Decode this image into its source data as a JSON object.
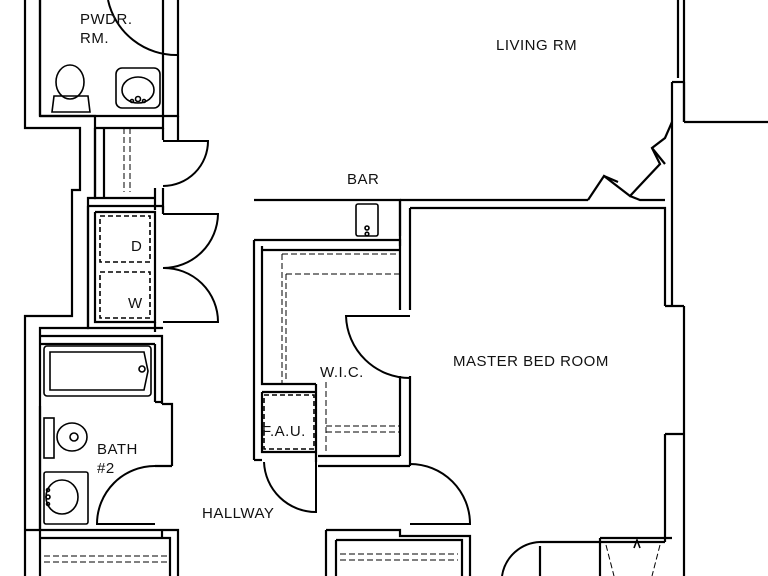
{
  "floor_plan": {
    "rooms": {
      "powder_room_line1": "PWDR.",
      "powder_room_line2": "RM.",
      "living_room": "LIVING RM",
      "bar": "BAR",
      "dryer": "D",
      "washer": "W",
      "walk_in_closet": "W.I.C.",
      "forced_air_unit": "F.A.U.",
      "master_bedroom": "MASTER BED ROOM",
      "bath_line1": "BATH",
      "bath_line2": "#2",
      "hallway": "HALLWAY"
    }
  }
}
